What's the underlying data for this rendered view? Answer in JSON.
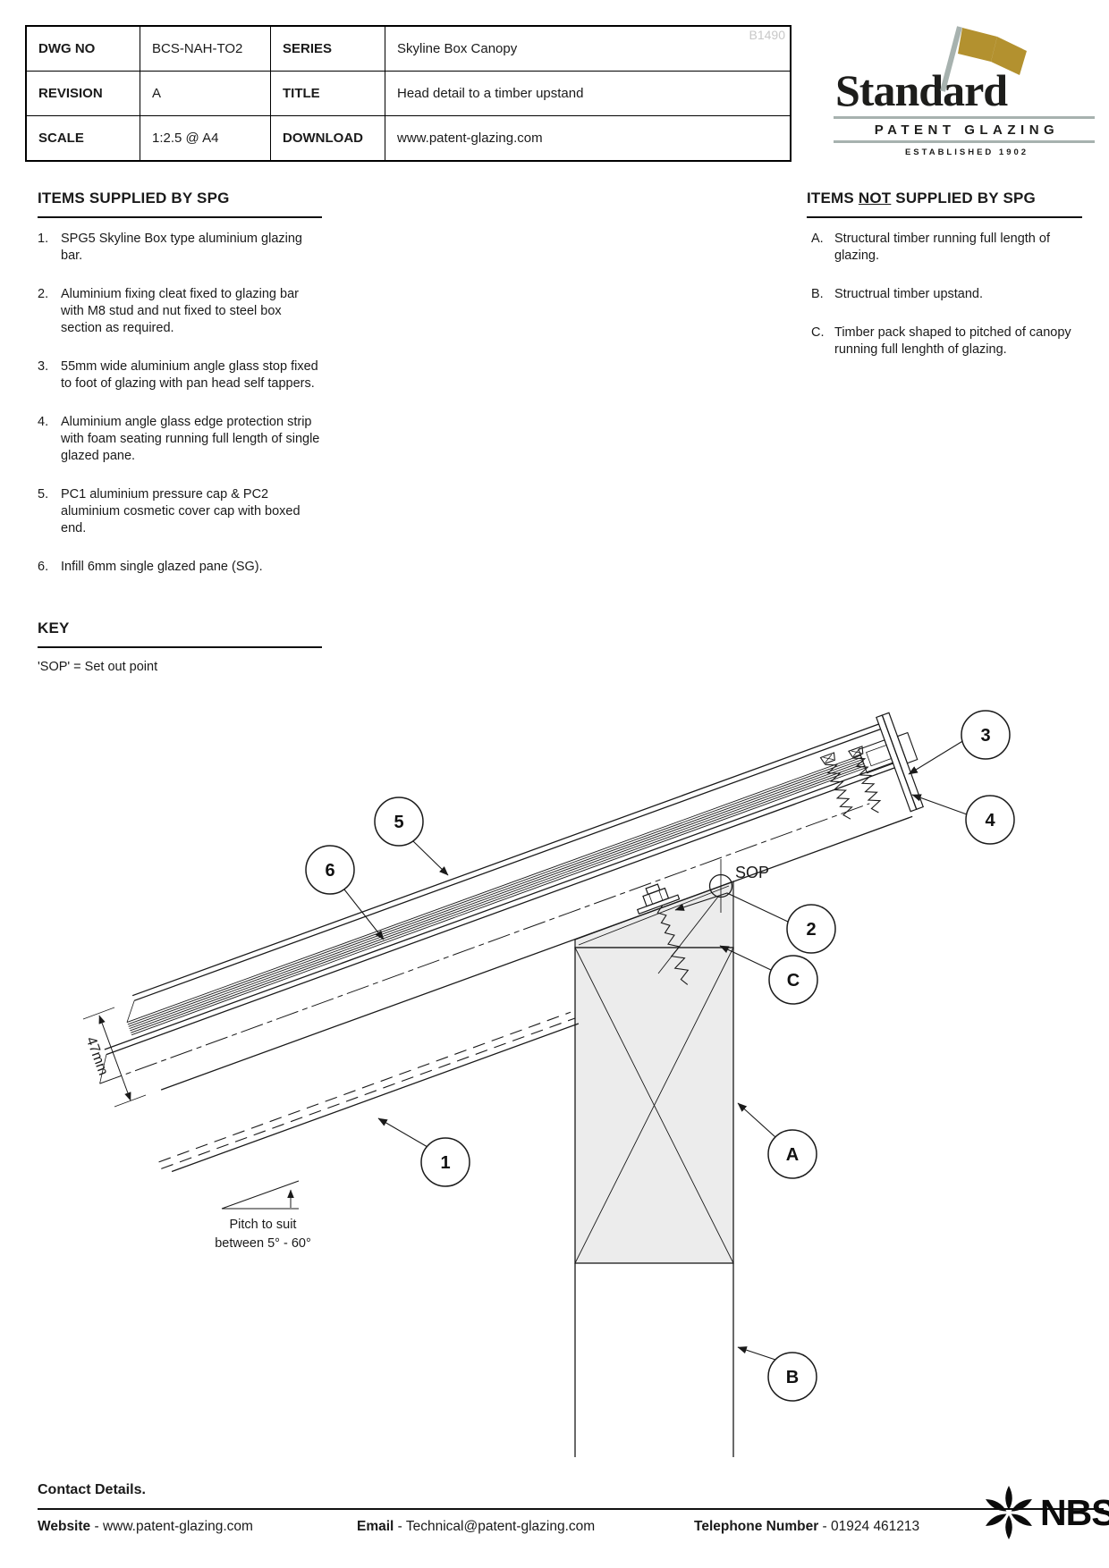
{
  "title_block": {
    "dwg_no_label": "DWG NO",
    "dwg_no": "BCS-NAH-TO2",
    "series_label": "SERIES",
    "series": "Skyline Box Canopy",
    "revision_label": "REVISION",
    "revision": "A",
    "title_label": "TITLE",
    "title": "Head detail to a timber upstand",
    "scale_label": "SCALE",
    "scale": "1:2.5 @ A4",
    "download_label": "DOWNLOAD",
    "download": "www.patent-glazing.com",
    "watermark": "B1490"
  },
  "logo": {
    "name": "Standard",
    "subtitle": "PATENT GLAZING",
    "established": "ESTABLISHED 1902"
  },
  "supplied": {
    "heading": "ITEMS SUPPLIED BY SPG",
    "items": [
      {
        "num": "1.",
        "text": "SPG5 Skyline Box type aluminium glazing\nbar."
      },
      {
        "num": "2.",
        "text": "Aluminium fixing cleat fixed to glazing bar\nwith M8 stud and nut fixed to steel box\nsection as required."
      },
      {
        "num": "3.",
        "text": "55mm wide aluminium angle glass stop fixed\nto foot of glazing with pan head self tappers."
      },
      {
        "num": "4.",
        "text": "Aluminium angle glass edge protection strip\nwith foam seating running full length of single\nglazed pane."
      },
      {
        "num": "5.",
        "text": "PC1 aluminium pressure cap & PC2\naluminium cosmetic cover cap with boxed\nend."
      },
      {
        "num": "6.",
        "text": "Infill 6mm single glazed pane (SG)."
      }
    ]
  },
  "not_supplied": {
    "heading_pre": "ITEMS ",
    "heading_not": "NOT",
    "heading_post": " SUPPLIED BY SPG",
    "items": [
      {
        "num": "A.",
        "text": "Structural timber running full length of\nglazing."
      },
      {
        "num": "B.",
        "text": "Structrual timber upstand."
      },
      {
        "num": "C.",
        "text": "Timber pack shaped to pitched of canopy\nrunning full lenghth of glazing."
      }
    ]
  },
  "key": {
    "heading": "KEY",
    "text": "'SOP' = Set out point"
  },
  "drawing": {
    "sop": "SOP",
    "dim": "47mm",
    "pitch": "Pitch to suit\nbetween 5° - 60°",
    "callouts": {
      "c1": "1",
      "c2": "2",
      "c3": "3",
      "c4": "4",
      "c5": "5",
      "c6": "6",
      "cA": "A",
      "cB": "B",
      "cC": "C"
    }
  },
  "footer": {
    "contact": "Contact Details.",
    "website_label": "Website",
    "sep": "-",
    "website": "www.patent-glazing.com",
    "email_label": "Email",
    "email": "Technical@patent-glazing.com",
    "phone_label": "Telephone Number",
    "phone": "01924 461213",
    "nbs": "NBS"
  },
  "colors": {
    "ink": "#1a1a1a",
    "timber_fill": "#ececec",
    "logo_gold": "#b3912f",
    "logo_gray": "#a7b2af",
    "watermark_gray": "#c8c8c8"
  }
}
